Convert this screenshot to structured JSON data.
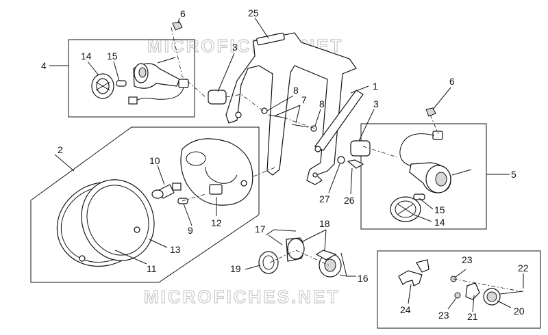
{
  "watermark": {
    "text": "MICROFICHES.NET"
  },
  "callouts": {
    "c1": "1",
    "c2": "2",
    "c3a": "3",
    "c3b": "3",
    "c4": "4",
    "c5": "5",
    "c6a": "6",
    "c6b": "6",
    "c7": "7",
    "c8a": "8",
    "c8b": "8",
    "c9": "9",
    "c10": "10",
    "c11": "11",
    "c12": "12",
    "c13": "13",
    "c14a": "14",
    "c14b": "14",
    "c15a": "15",
    "c15b": "15",
    "c16": "16",
    "c17": "17",
    "c18": "18",
    "c19": "19",
    "c20": "20",
    "c21": "21",
    "c22": "22",
    "c23a": "23",
    "c23b": "23",
    "c24": "24",
    "c25": "25",
    "c26": "26",
    "c27": "27"
  }
}
